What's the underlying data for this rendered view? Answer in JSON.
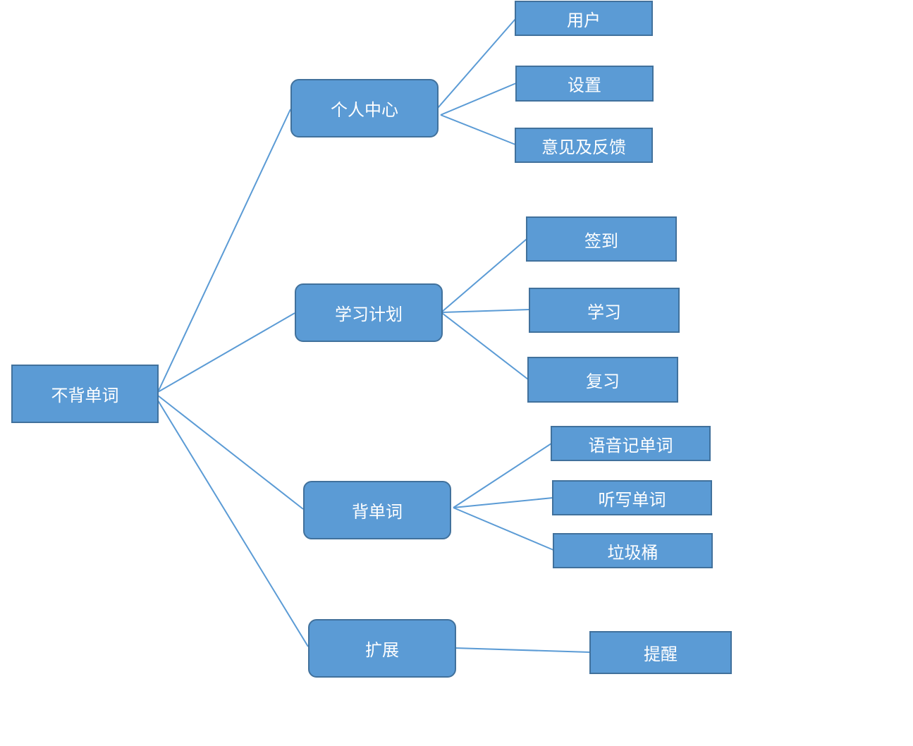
{
  "diagram": {
    "root": {
      "label": "不背单词"
    },
    "branches": [
      {
        "label": "个人中心",
        "children": [
          {
            "label": "用户"
          },
          {
            "label": "设置"
          },
          {
            "label": "意见及反馈"
          }
        ]
      },
      {
        "label": "学习计划",
        "children": [
          {
            "label": "签到"
          },
          {
            "label": "学习"
          },
          {
            "label": "复习"
          }
        ]
      },
      {
        "label": "背单词",
        "children": [
          {
            "label": "语音记单词"
          },
          {
            "label": "听写单词"
          },
          {
            "label": "垃圾桶"
          }
        ]
      },
      {
        "label": "扩展",
        "children": [
          {
            "label": "提醒"
          }
        ]
      }
    ],
    "colors": {
      "fill": "#5b9bd5",
      "border": "#41719c",
      "line": "#5b9bd5",
      "text": "#ffffff"
    }
  }
}
